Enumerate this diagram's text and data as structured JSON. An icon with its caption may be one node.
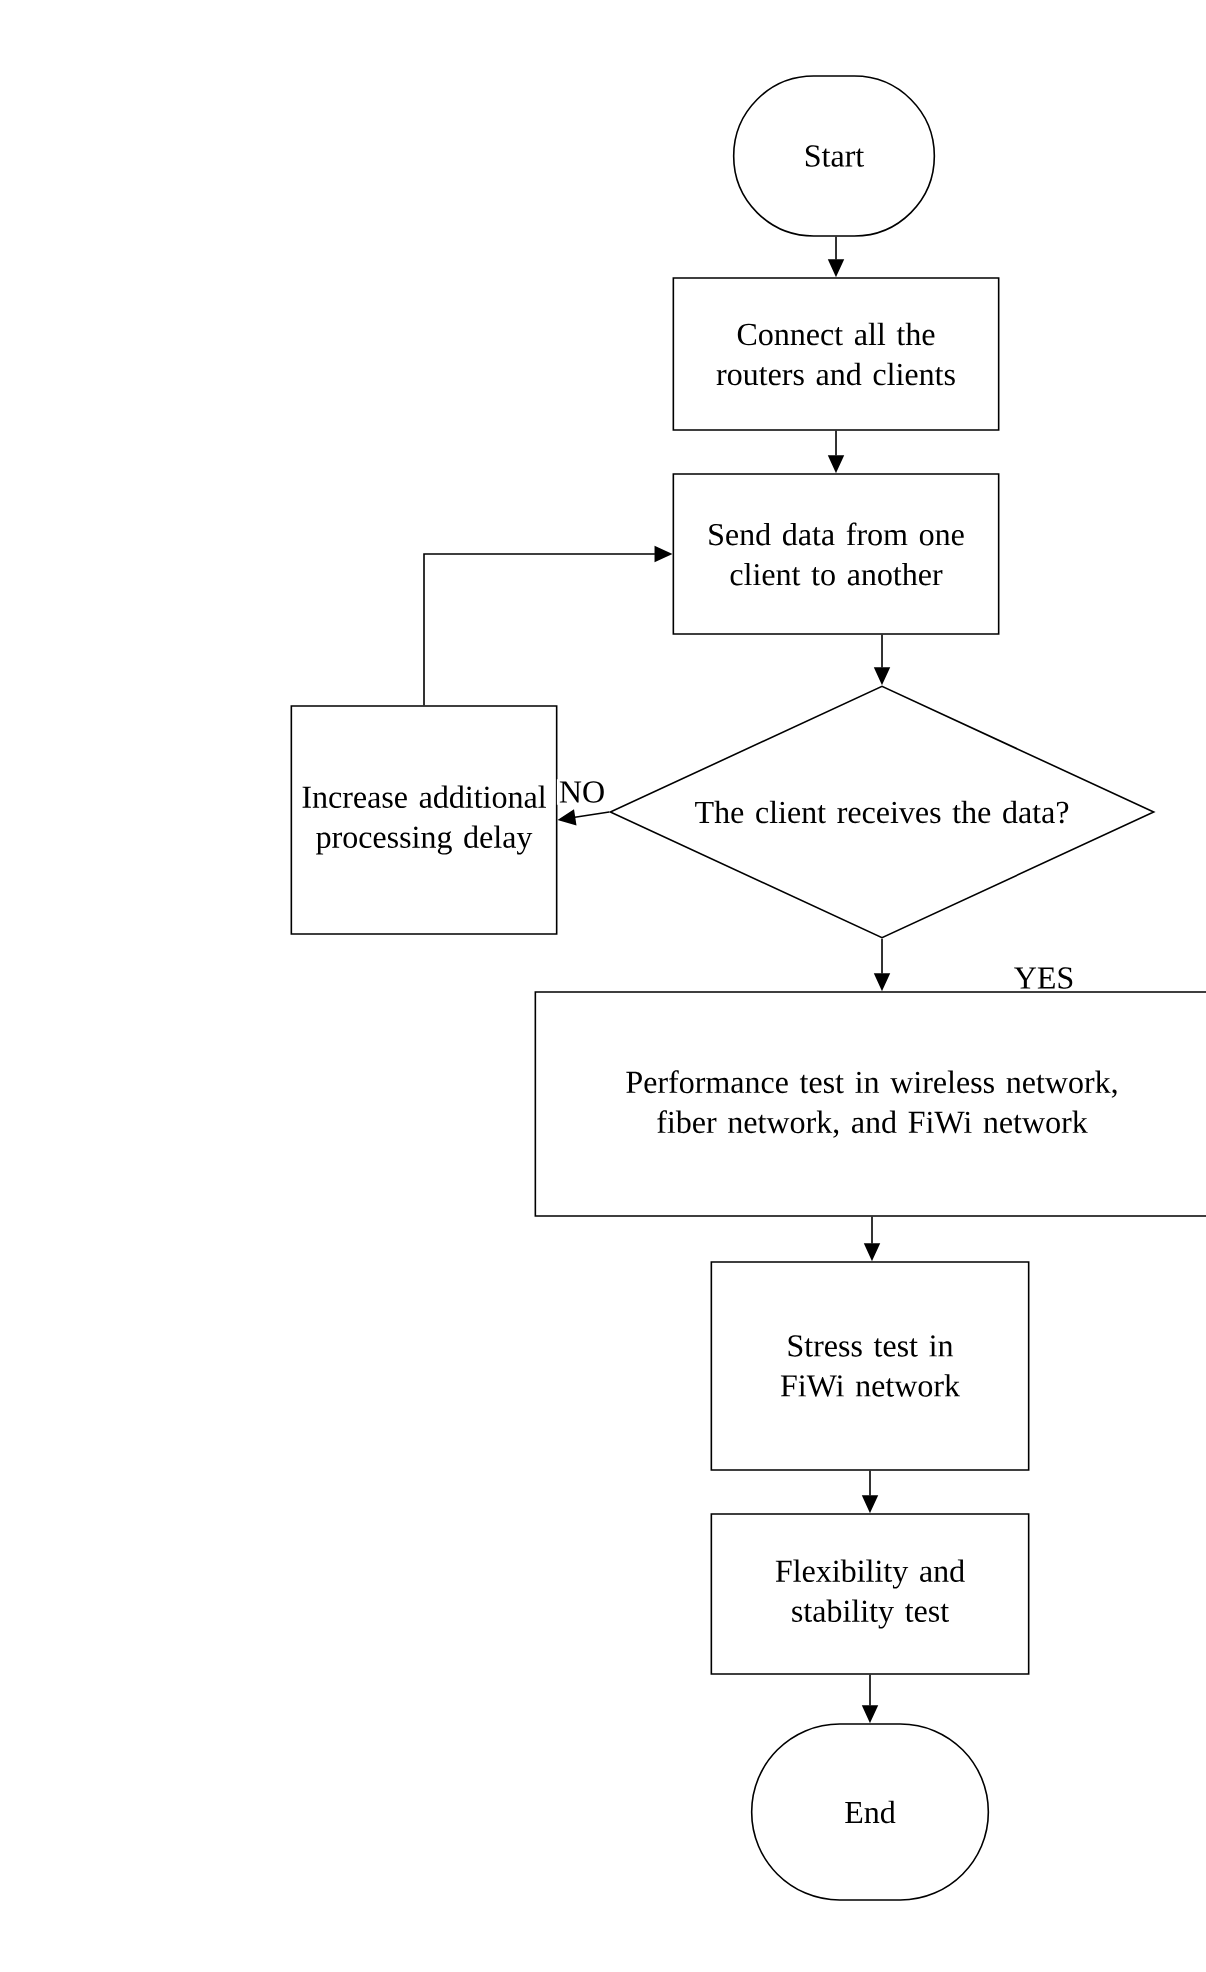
{
  "diagram": {
    "nodes": [
      {
        "text": [
          "Start"
        ]
      },
      {
        "text": [
          "Connect all the routers and clients"
        ]
      },
      {
        "text": [
          "Send data from one client to another"
        ]
      },
      {
        "text": [
          "The client receives the data?"
        ]
      },
      {
        "text": [
          "Increase additional processing delay"
        ]
      },
      {
        "text": [
          "Performance test in wireless network, fiber network, and FiWi network"
        ]
      },
      {
        "text": [
          "Stress test in FiWi network"
        ]
      },
      {
        "text": [
          "Flexibility and stability test"
        ]
      },
      {
        "text": [
          "End"
        ]
      }
    ],
    "edges": [
      {
        "from": 0,
        "to": 1,
        "arrow": "to"
      },
      {
        "from": 1,
        "to": 2,
        "arrow": "to"
      },
      {
        "from": 2,
        "to": 3,
        "arrow": "to"
      },
      {
        "from": 3,
        "to": 4,
        "arrow": "to",
        "label": "NO"
      },
      {
        "from": 4,
        "to": 2,
        "arrow": "to"
      },
      {
        "from": 3,
        "to": 5,
        "arrow": "to",
        "label": "YES"
      },
      {
        "from": 5,
        "to": 6,
        "arrow": "to"
      },
      {
        "from": 6,
        "to": 7,
        "arrow": "to"
      },
      {
        "from": 7,
        "to": 8,
        "arrow": "to"
      }
    ]
  }
}
